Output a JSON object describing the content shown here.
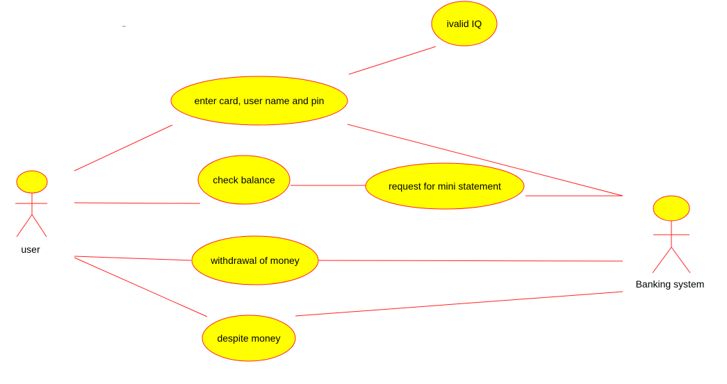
{
  "colors": {
    "stroke": "#ff2020",
    "fill": "#ffff00",
    "text": "#000000",
    "background": "#ffffff"
  },
  "actors": {
    "user": {
      "label": "user"
    },
    "banking": {
      "label": "Banking system"
    }
  },
  "use_cases": {
    "invalid": {
      "label": "ivalid IQ"
    },
    "enter": {
      "label": "enter card, user name and pin"
    },
    "balance": {
      "label": "check balance"
    },
    "mini": {
      "label": "request for mini statement"
    },
    "withdraw": {
      "label": "withdrawal of money"
    },
    "deposit": {
      "label": "despite money"
    }
  }
}
